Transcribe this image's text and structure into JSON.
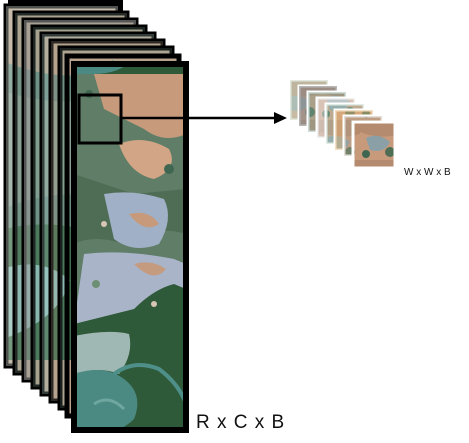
{
  "labels": {
    "full_cube": "R x C x B",
    "patch_cube": "W x W x B"
  },
  "icons": {
    "full_stack": "satellite-image-band-stack",
    "patch_stack": "patch-band-stack",
    "arrow": "right-arrow"
  },
  "colors": {
    "frame": "#000000",
    "water": "#4e8f8a",
    "vegetation": "#2f5a3a",
    "urban": "#a9b4c9",
    "soil": "#c89a7c"
  }
}
